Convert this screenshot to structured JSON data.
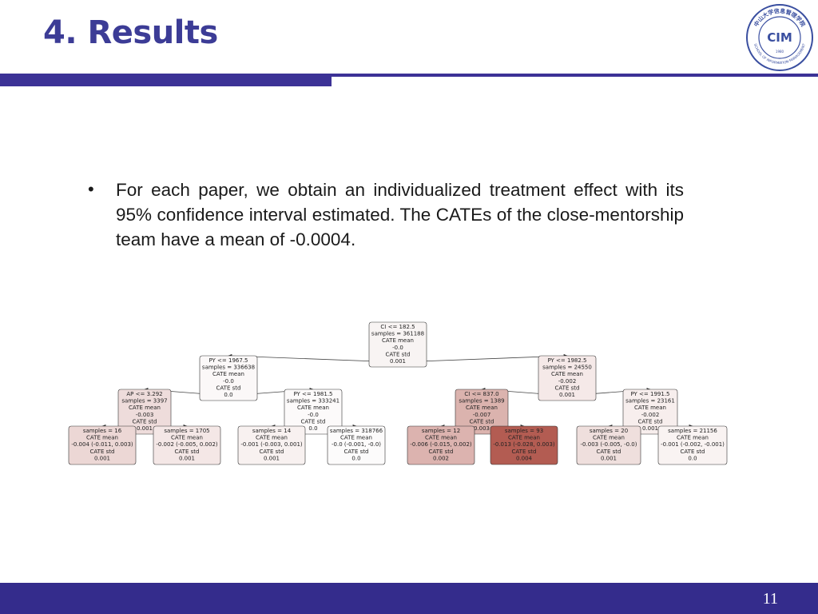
{
  "slide": {
    "title": "4. Results",
    "page_number": "11"
  },
  "bullet": {
    "text": "For each paper, we obtain an individualized treatment effect with its 95% confidence interval estimated. The CATEs of the close-mentorship team have a mean of -0.0004."
  },
  "tree": {
    "nodes": [
      {
        "id": "root",
        "lines": [
          "CI <= 182.5",
          "samples = 361188",
          "CATE mean",
          "-0.0",
          "CATE std",
          "0.001"
        ],
        "fill": "#f8f4f3"
      },
      {
        "id": "l",
        "lines": [
          "PY <= 1967.5",
          "samples = 336638",
          "CATE mean",
          "-0.0",
          "CATE std",
          "0.0"
        ],
        "fill": "#fbf8f8"
      },
      {
        "id": "r",
        "lines": [
          "PY <= 1982.5",
          "samples = 24550",
          "CATE mean",
          "-0.002",
          "CATE std",
          "0.001"
        ],
        "fill": "#f5e9e8"
      },
      {
        "id": "ll",
        "lines": [
          "AP <= 3.292",
          "samples = 3397",
          "CATE mean",
          "-0.003",
          "CATE std",
          "0.001"
        ],
        "fill": "#eedcdb"
      },
      {
        "id": "lr",
        "lines": [
          "PY <= 1981.5",
          "samples = 333241",
          "CATE mean",
          "-0.0",
          "CATE std",
          "0.0"
        ],
        "fill": "#fcfafa"
      },
      {
        "id": "rl",
        "lines": [
          "CI <= 837.0",
          "samples = 1389",
          "CATE mean",
          "-0.007",
          "CATE std",
          "0.003"
        ],
        "fill": "#dbb3ae"
      },
      {
        "id": "rr",
        "lines": [
          "PY <= 1991.5",
          "samples = 23161",
          "CATE mean",
          "-0.002",
          "CATE std",
          "0.001"
        ],
        "fill": "#f7eeed"
      },
      {
        "id": "lll",
        "lines": [
          "samples = 16",
          "CATE mean",
          "-0.004 (-0.011, 0.003)",
          "CATE std",
          "0.001"
        ],
        "fill": "#ecd7d5"
      },
      {
        "id": "llr",
        "lines": [
          "samples = 1705",
          "CATE mean",
          "-0.002 (-0.005, 0.002)",
          "CATE std",
          "0.001"
        ],
        "fill": "#f4e7e6"
      },
      {
        "id": "lrl",
        "lines": [
          "samples = 14",
          "CATE mean",
          "-0.001 (-0.003, 0.001)",
          "CATE std",
          "0.001"
        ],
        "fill": "#f8f1f0"
      },
      {
        "id": "lrr",
        "lines": [
          "samples = 318766",
          "CATE mean",
          "-0.0 (-0.001, -0.0)",
          "CATE std",
          "0.0"
        ],
        "fill": "#fcfbfb"
      },
      {
        "id": "rll",
        "lines": [
          "samples = 12",
          "CATE mean",
          "-0.006 (-0.015, 0.002)",
          "CATE std",
          "0.002"
        ],
        "fill": "#dcb3af"
      },
      {
        "id": "rlr",
        "lines": [
          "samples = 93",
          "CATE mean",
          "-0.013 (-0.028, 0.003)",
          "CATE std",
          "0.004"
        ],
        "fill": "#b35c52"
      },
      {
        "id": "rrl",
        "lines": [
          "samples = 20",
          "CATE mean",
          "-0.003 (-0.005, -0.0)",
          "CATE std",
          "0.001"
        ],
        "fill": "#efdfdd"
      },
      {
        "id": "rrr",
        "lines": [
          "samples = 21156",
          "CATE mean",
          "-0.001 (-0.002, -0.001)",
          "CATE std",
          "0.0"
        ],
        "fill": "#f9f3f2"
      }
    ],
    "edges": [
      [
        "root",
        "l"
      ],
      [
        "root",
        "r"
      ],
      [
        "l",
        "ll"
      ],
      [
        "l",
        "lr"
      ],
      [
        "r",
        "rl"
      ],
      [
        "r",
        "rr"
      ],
      [
        "ll",
        "lll"
      ],
      [
        "ll",
        "llr"
      ],
      [
        "lr",
        "lrl"
      ],
      [
        "lr",
        "lrr"
      ],
      [
        "rl",
        "rll"
      ],
      [
        "rl",
        "rlr"
      ],
      [
        "rr",
        "rrl"
      ],
      [
        "rr",
        "rrr"
      ]
    ]
  },
  "logo": {
    "arc_text": "中山大学信息管理学院",
    "bottom_text": "SCHOOL OF INFORMATION MANAGEMENT",
    "center_glyph": "CIM",
    "year": "1980",
    "color": "#3a4fa0"
  }
}
